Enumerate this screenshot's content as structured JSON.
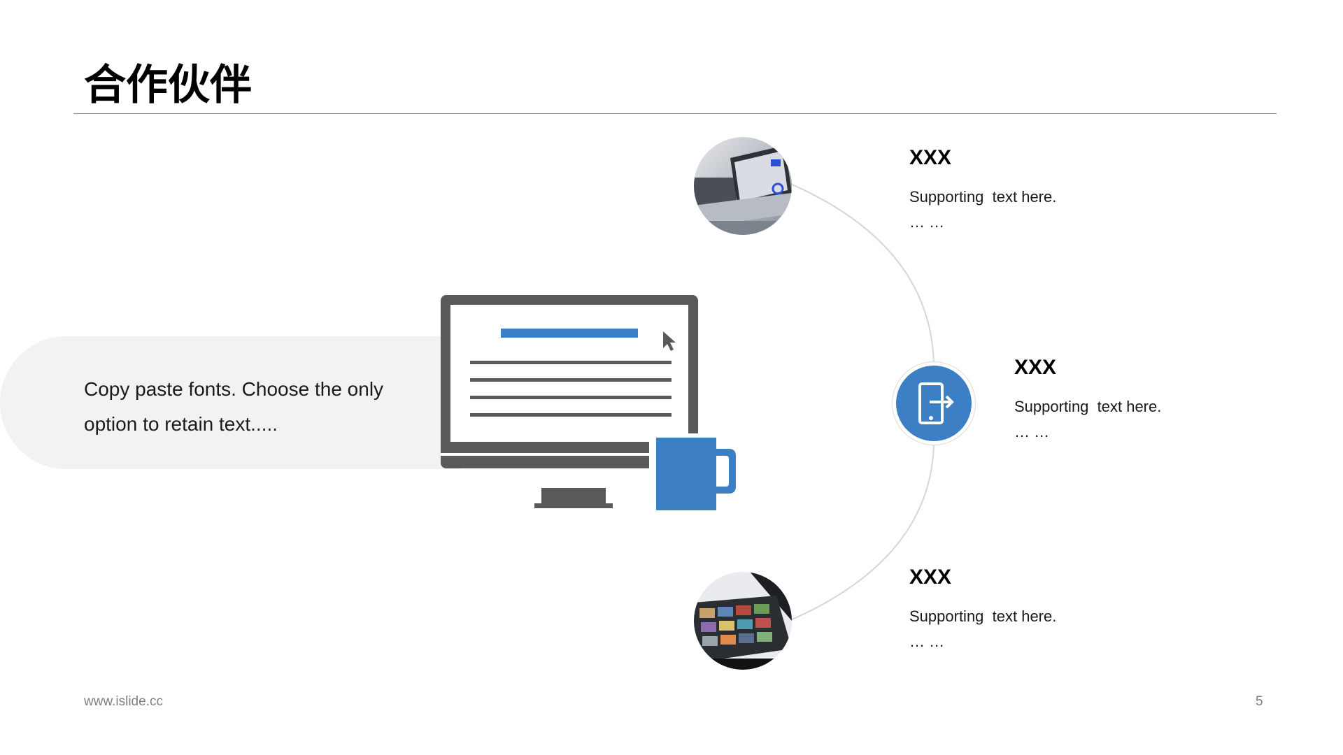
{
  "slide": {
    "title": "合作伙伴",
    "description": "Copy paste fonts. Choose the only option to retain text.....",
    "footer_url": "www.islide.cc",
    "page_number": "5"
  },
  "items": [
    {
      "title": "XXX",
      "text": "Supporting  text here.",
      "dots": "… …",
      "icon": "laptop-photo"
    },
    {
      "title": "XXX",
      "text": "Supporting  text here.",
      "dots": "… …",
      "icon": "mobile-exit-icon"
    },
    {
      "title": "XXX",
      "text": "Supporting  text here.",
      "dots": "… …",
      "icon": "tablet-photo"
    }
  ],
  "colors": {
    "accent": "#3c7fc4",
    "monitor": "#595959",
    "pill_background": "#f2f2f2",
    "rule": "#8c8c8c"
  }
}
